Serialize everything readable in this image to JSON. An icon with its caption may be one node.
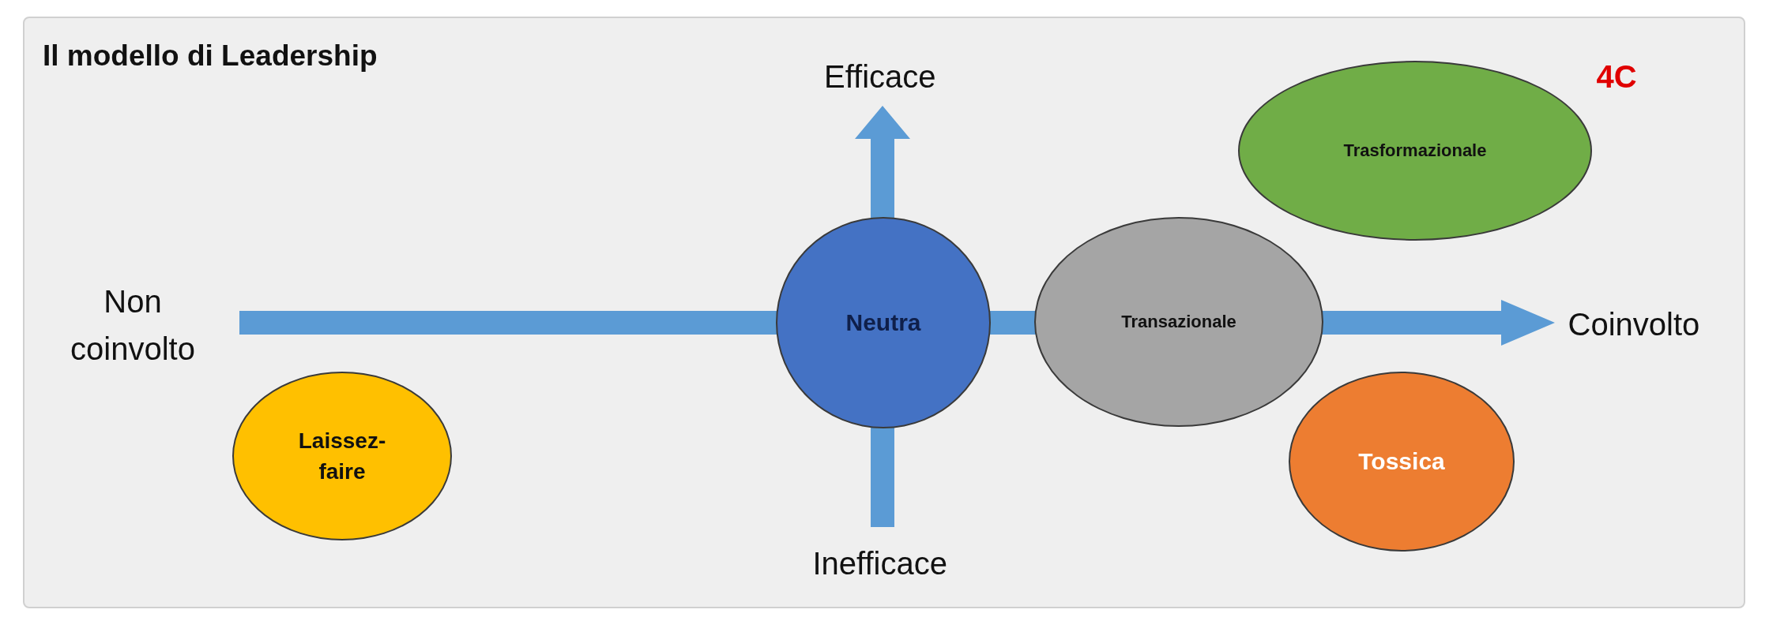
{
  "diagram": {
    "title": "Il modello di Leadership",
    "nodes": [
      {
        "text": [
          "Trasformazionale"
        ]
      },
      {
        "text": [
          "Neutra"
        ]
      },
      {
        "text": [
          "Transazionale"
        ]
      },
      {
        "text": [
          "Laissez-faire"
        ]
      },
      {
        "text": [
          "Tossica"
        ]
      }
    ],
    "labels": [
      "4C",
      "Efficace",
      "Non coinvolto",
      "Coinvolto",
      "Inefficace"
    ]
  }
}
